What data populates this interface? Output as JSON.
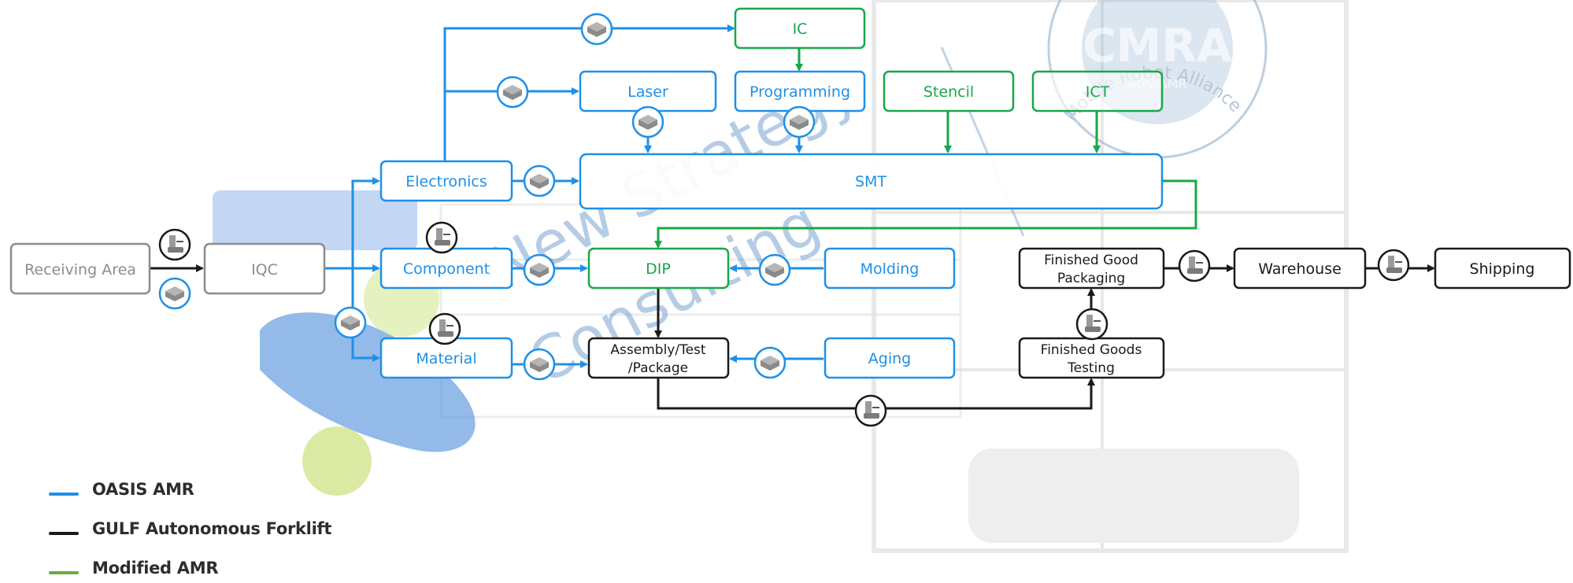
{
  "colors": {
    "oasis": "#1e90e8",
    "gulf": "#1a1a1a",
    "modified": "#17a84a",
    "gray": "#8c8c8c",
    "legend_modified_line": "#6cab3e"
  },
  "nodes": {
    "receiving_area": "Receiving Area",
    "iqc": "IQC",
    "electronics": "Electronics",
    "component": "Component",
    "material": "Material",
    "ic": "IC",
    "laser": "Laser",
    "programming": "Programming",
    "stencil": "Stencil",
    "ict": "ICT",
    "smt": "SMT",
    "dip": "DIP",
    "molding": "Molding",
    "assembly": [
      "Assembly/Test",
      "/Package"
    ],
    "aging": "Aging",
    "finished_good_packaging": [
      "Finished Good",
      "Packaging"
    ],
    "finished_goods_testing": [
      "Finished Goods",
      "Testing"
    ],
    "warehouse": "Warehouse",
    "shipping": "Shipping"
  },
  "icons": {
    "amr": "amr-robot-icon",
    "forklift": "forklift-icon"
  },
  "watermark": {
    "line1": "New Strategy",
    "line2": "Consulting",
    "seal_top": "Mobile Robot Alliance",
    "seal_center": "CMRA",
    "seal_sub": "AGV/AMR"
  },
  "legend": [
    {
      "label": "OASIS AMR",
      "color": "#1e90e8"
    },
    {
      "label": "GULF Autonomous Forklift",
      "color": "#1a1a1a"
    },
    {
      "label": "Modified AMR",
      "color": "#6cab3e"
    }
  ]
}
